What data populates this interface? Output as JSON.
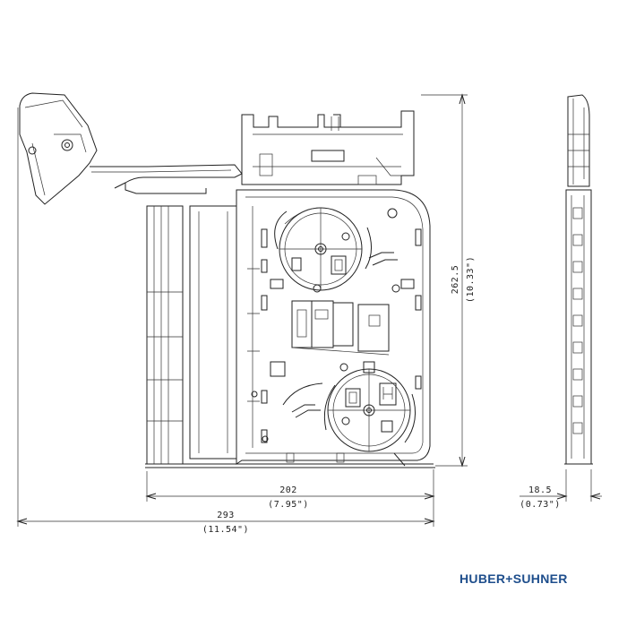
{
  "dimensions": {
    "height_mm": "262.5",
    "height_in": "(10.33\")",
    "inner_width_mm": "202",
    "inner_width_in": "(7.95\")",
    "overall_width_mm": "293",
    "overall_width_in": "(11.54\")",
    "depth_mm": "18.5",
    "depth_in": "(0.73\")"
  },
  "logo": "HUBER+SUHNER"
}
